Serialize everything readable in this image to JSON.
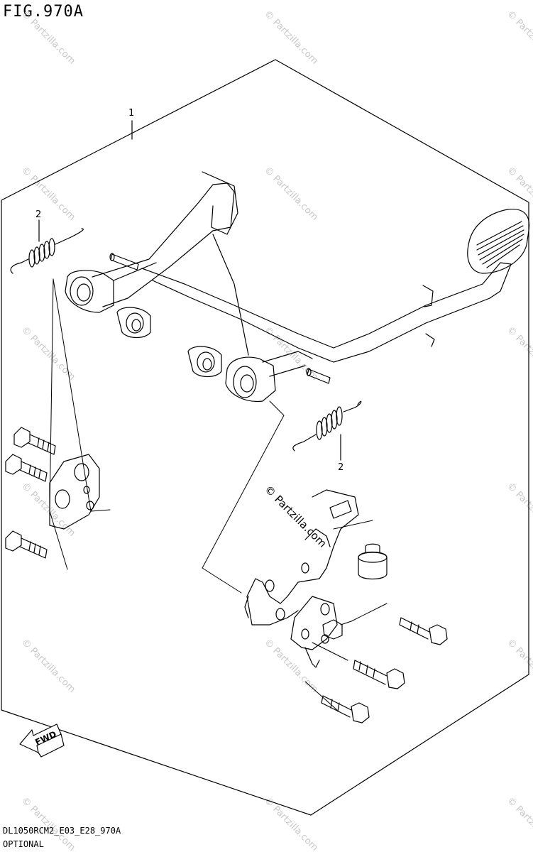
{
  "figure": {
    "title": "FIG.970A"
  },
  "footer": {
    "code": "DL1050RCM2_E03_E28_970A",
    "note": "OPTIONAL"
  },
  "callouts": [
    "1",
    "2",
    "2"
  ],
  "watermark": {
    "text": "© Partzilla.com"
  },
  "fwd_arrow": {
    "label": "FWD"
  },
  "colors": {
    "line": "#000000",
    "watermark": "#c8c8c8",
    "background": "#ffffff"
  }
}
